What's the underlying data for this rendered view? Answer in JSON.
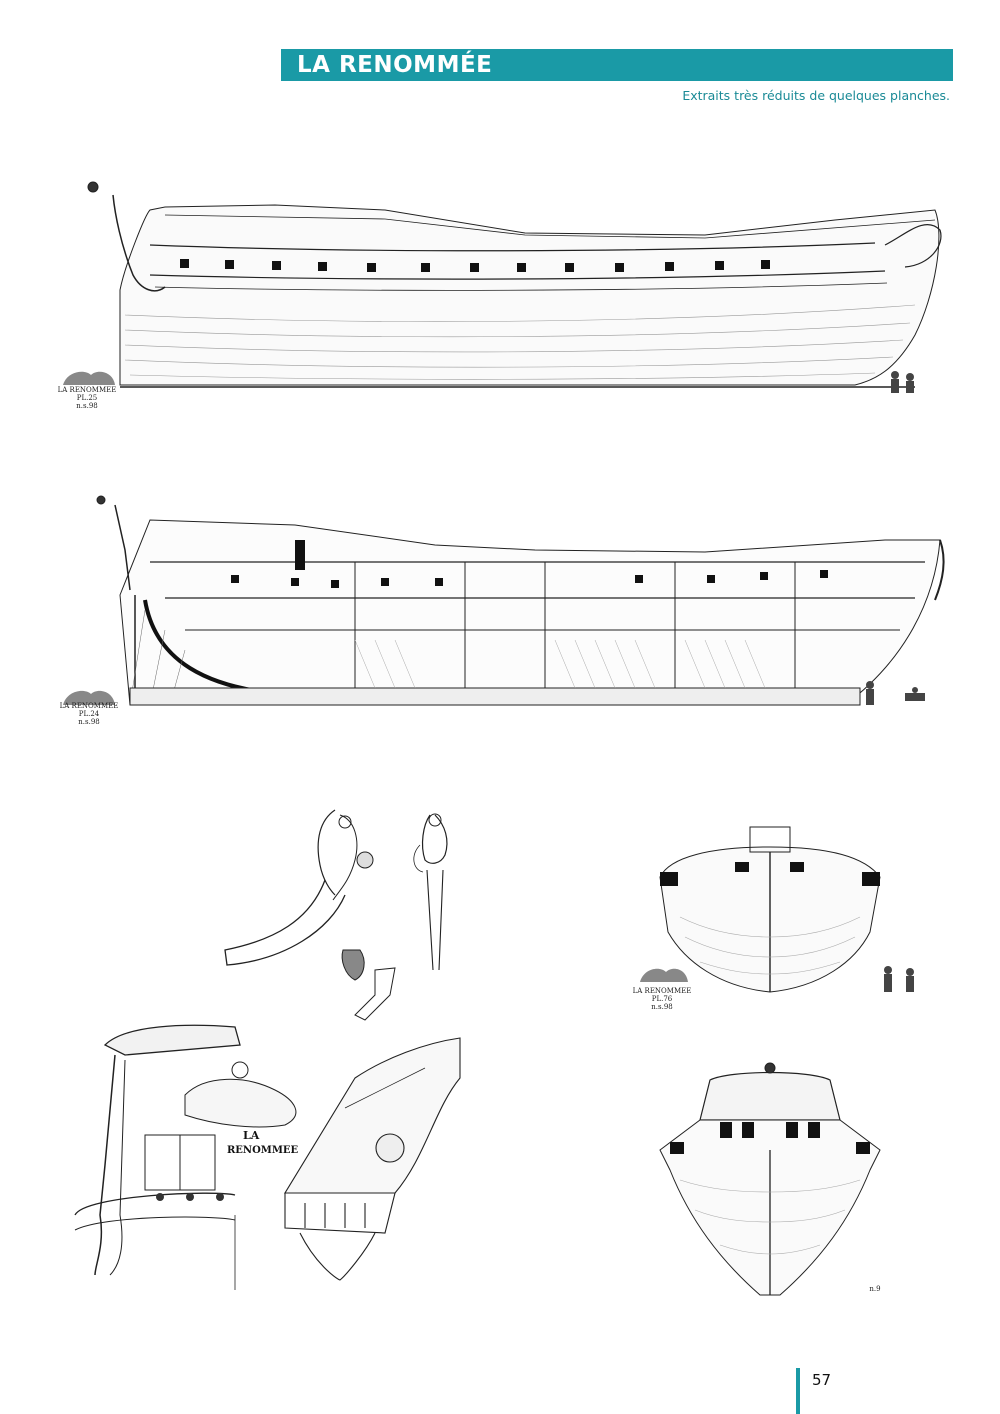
{
  "header": {
    "title": "LA RENOMMÉE",
    "subtitle": "Extraits très réduits de quelques planches."
  },
  "plates": {
    "profile": {
      "caption_name": "LA RENOMMEE",
      "caption_plate": "PL.25",
      "caption_ref": "n.s.98"
    },
    "section": {
      "caption_name": "LA RENOMMEE",
      "caption_plate": "PL.24",
      "caption_ref": "n.s.98"
    },
    "bow_view": {
      "caption_name": "LA RENOMMEE",
      "caption_plate": "PL.76",
      "caption_ref": "n.s.98"
    },
    "stern_view": {
      "caption_ref": "n.9"
    },
    "stern_carving": {
      "nameplate_line1": "LA",
      "nameplate_line2": "RENOMMEE"
    }
  },
  "footer": {
    "page_number": "57"
  },
  "colors": {
    "accent": "#1a9aa6"
  }
}
